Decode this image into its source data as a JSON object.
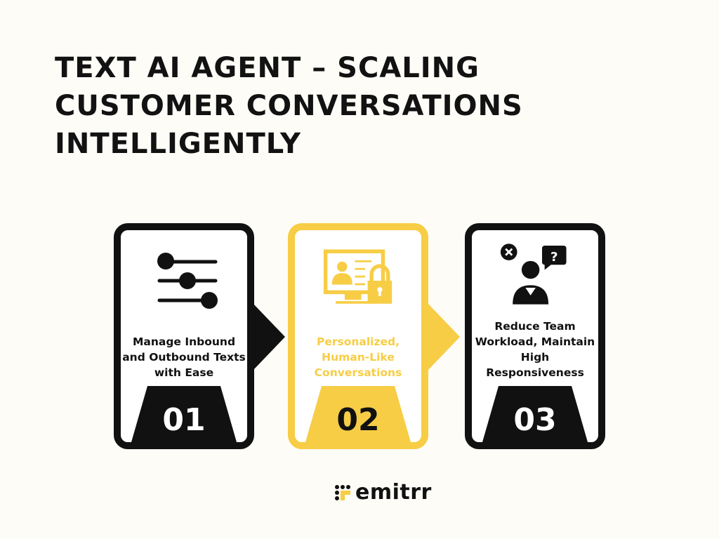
{
  "title": "TEXT AI AGENT – SCALING CUSTOMER CONVERSATIONS INTELLIGENTLY",
  "steps": [
    {
      "number": "01",
      "text": "Manage Inbound and Outbound Texts with Ease",
      "icon": "sliders-icon"
    },
    {
      "number": "02",
      "text": "Personalized, Human-Like Conversations",
      "icon": "secure-profile-monitor-icon"
    },
    {
      "number": "03",
      "text": "Reduce Team Workload, Maintain High Responsiveness",
      "icon": "support-agent-question-icon"
    }
  ],
  "brand": "emitrr",
  "colors": {
    "dark": "#111111",
    "accent": "#f7cd45",
    "background": "#fdfcf7"
  }
}
